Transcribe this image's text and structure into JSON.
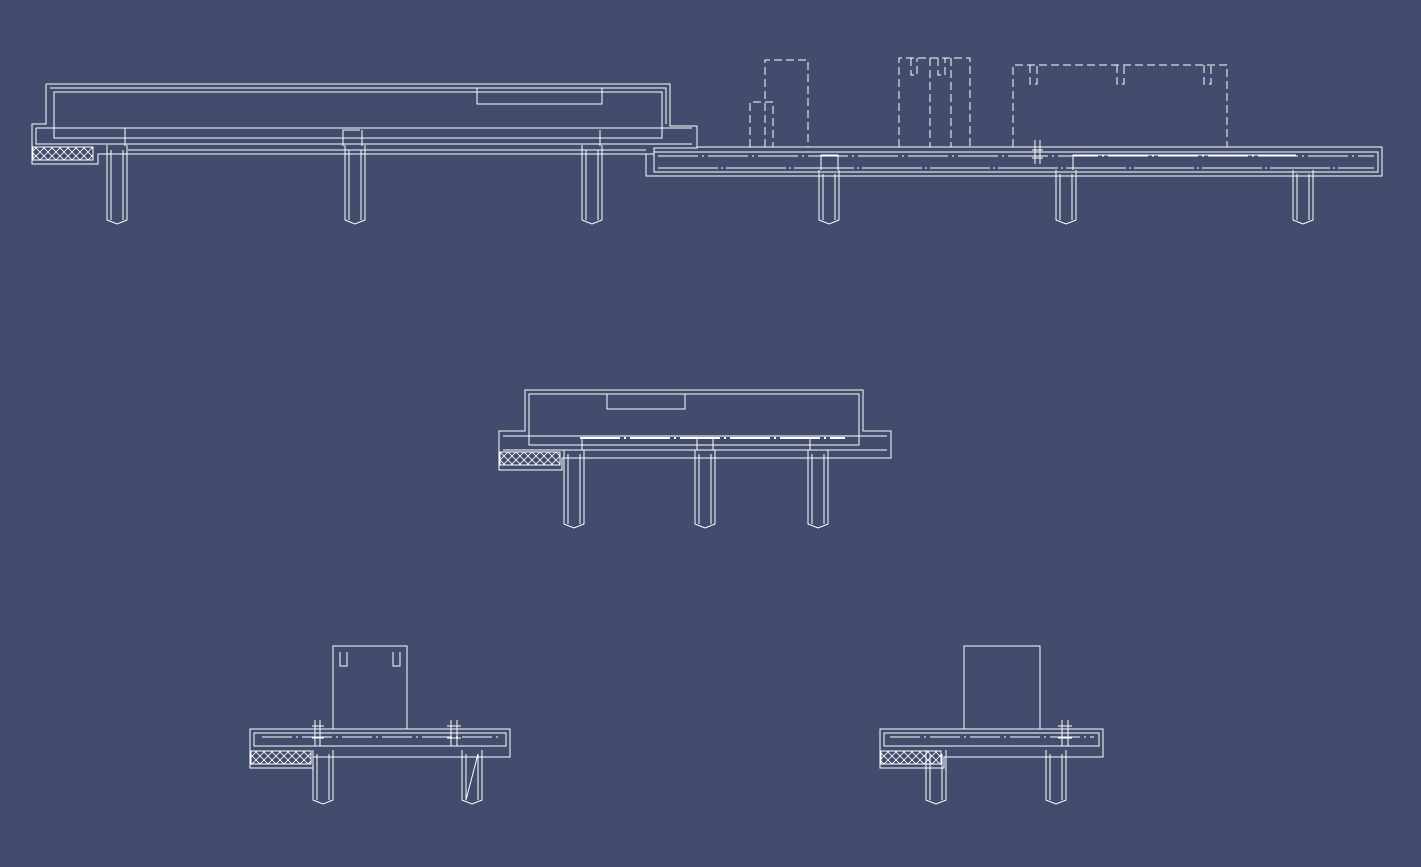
{
  "colors": {
    "background": "#424c6d",
    "linework": "#ffffff"
  },
  "drawings": [
    {
      "id": "long-section",
      "type": "cad-section-pile-supported-slab"
    },
    {
      "id": "short-section",
      "type": "cad-section-pile-supported-slab"
    },
    {
      "id": "detail-left",
      "type": "cad-detail-wall-on-slab"
    },
    {
      "id": "detail-right",
      "type": "cad-detail-wall-on-slab"
    }
  ]
}
